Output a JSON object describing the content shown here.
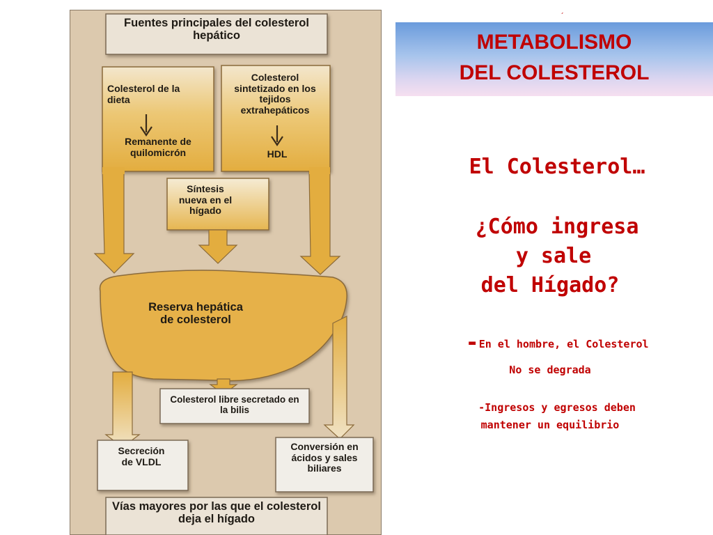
{
  "slide": {
    "title_line1": "METABOLISMO",
    "title_line2": "DEL COLESTEROL",
    "heading": "El Colesterol…",
    "question_line1": "¿Cómo ingresa",
    "question_line2": "y sale",
    "question_line3": "del Hígado?",
    "note1_dash": "-",
    "note1_line1": "En el hombre, el Colesterol",
    "note1_line2": "No se degrada",
    "note2_line1": "-Ingresos y egresos deben",
    "note2_line2": "mantener un equilibrio"
  },
  "diagram": {
    "top_header": "Fuentes principales del colesterol hepático",
    "box_diet": "Colesterol de la dieta",
    "box_chylomicron": "Remanente de quilomicrón",
    "box_synth": "Colesterol sintetizado en los tejidos extrahepáticos",
    "box_hdl": "HDL",
    "box_new": "Síntesis nueva en el hígado",
    "liver": "Reserva hepática de colesterol",
    "box_bile": "Colesterol libre secretado en la bilis",
    "box_vldl": "Secreción de VLDL",
    "box_acids": "Conversión en ácidos y sales biliares",
    "bottom_header": "Vías mayores por las que el colesterol deja el hígado"
  },
  "colors": {
    "title_text": "#c00000",
    "body_text": "#c00000",
    "panel_bg": "#dcc9ae",
    "shape_fill": "#e8b54c",
    "box_fill": "#f1eee8"
  }
}
